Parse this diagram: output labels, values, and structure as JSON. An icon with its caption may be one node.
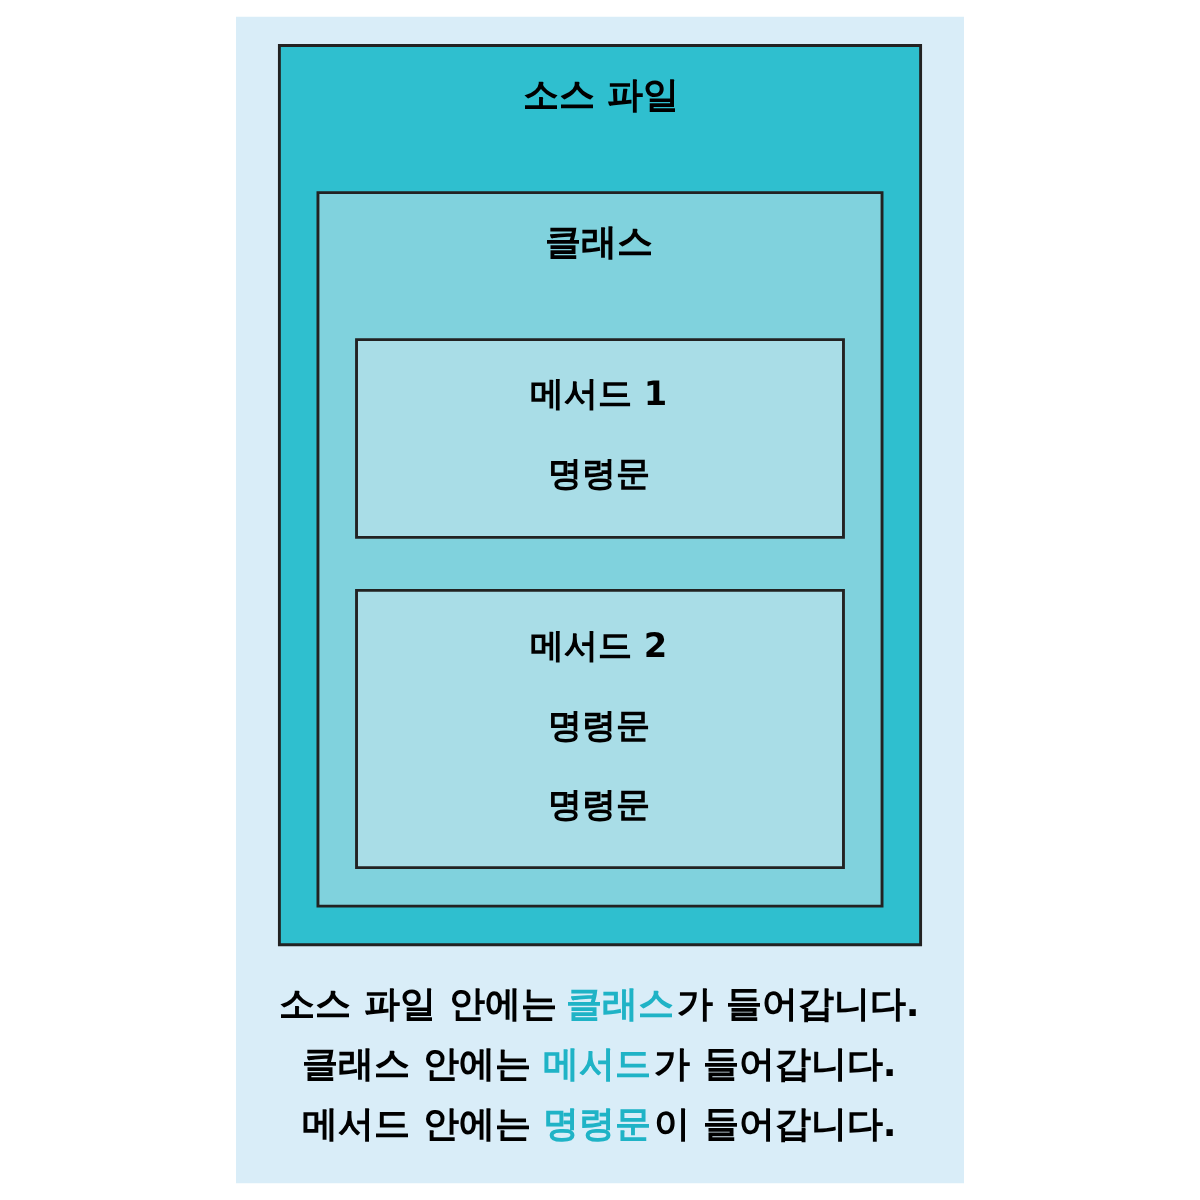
{
  "diagram": {
    "nodes": [
      {
        "text": [
          "소스 파일"
        ]
      },
      {
        "text": [
          "클래스"
        ],
        "in": 0
      },
      {
        "text": [
          "메서드 1",
          "명령문"
        ],
        "in": 1
      },
      {
        "text": [
          "메서드 2",
          "명령문",
          "명령문"
        ],
        "in": 1
      }
    ],
    "edges": [],
    "labels": [
      "소스 파일 안에는 **클래스**가 들어갑니다.",
      "클래스 안에는 **메서드**가 들어갑니다.",
      "메서드 안에는 **명령문**이 들어갑니다."
    ]
  }
}
